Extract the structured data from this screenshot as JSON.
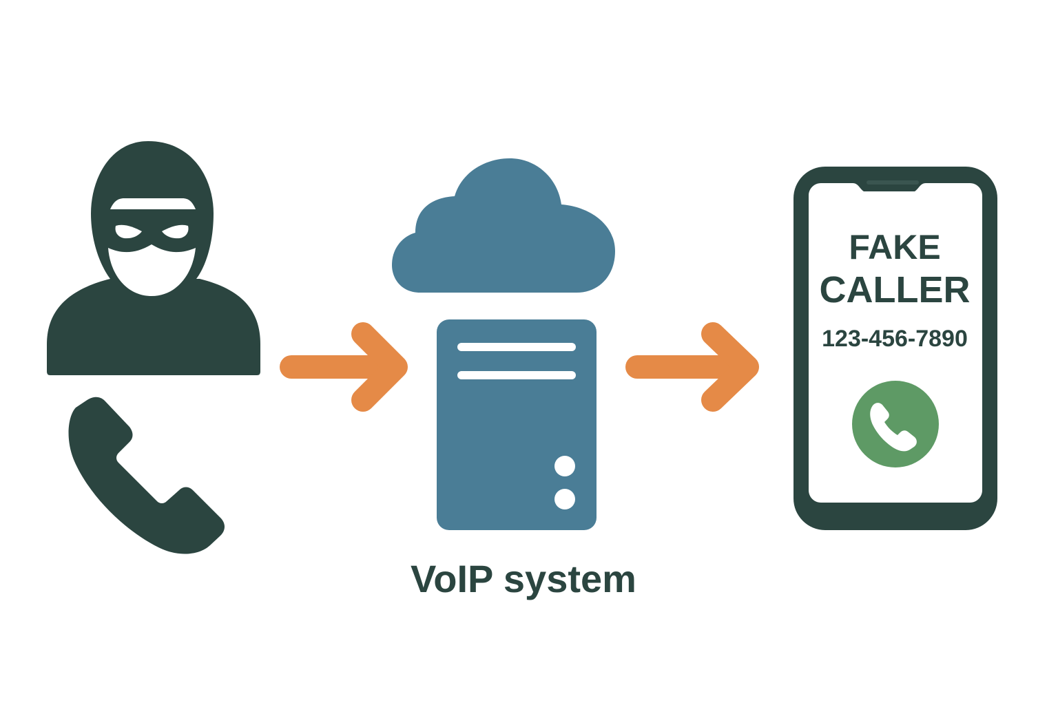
{
  "diagram": {
    "title": "VoIP caller ID spoofing flow",
    "colors": {
      "dark": "#2b4540",
      "server_blue": "#4a7d96",
      "arrow_orange": "#e58a47",
      "call_green": "#5e9a65",
      "background": "#ffffff"
    },
    "nodes": [
      {
        "id": "scammer",
        "icon": "masked-person-icon",
        "sub_icon": "phone-handset-icon"
      },
      {
        "id": "voip",
        "icon": "cloud-icon",
        "sub_icon": "server-icon",
        "label": "VoIP system"
      },
      {
        "id": "victim-phone",
        "icon": "smartphone-icon"
      }
    ],
    "edges": [
      {
        "from": "scammer",
        "to": "voip",
        "icon": "arrow-right-icon"
      },
      {
        "from": "voip",
        "to": "victim-phone",
        "icon": "arrow-right-icon"
      }
    ]
  },
  "voip": {
    "label": "VoIP system"
  },
  "phone_screen": {
    "caller_line1": "FAKE",
    "caller_line2": "CALLER",
    "number": "123-456-7890",
    "answer_icon": "phone-answer-icon"
  }
}
